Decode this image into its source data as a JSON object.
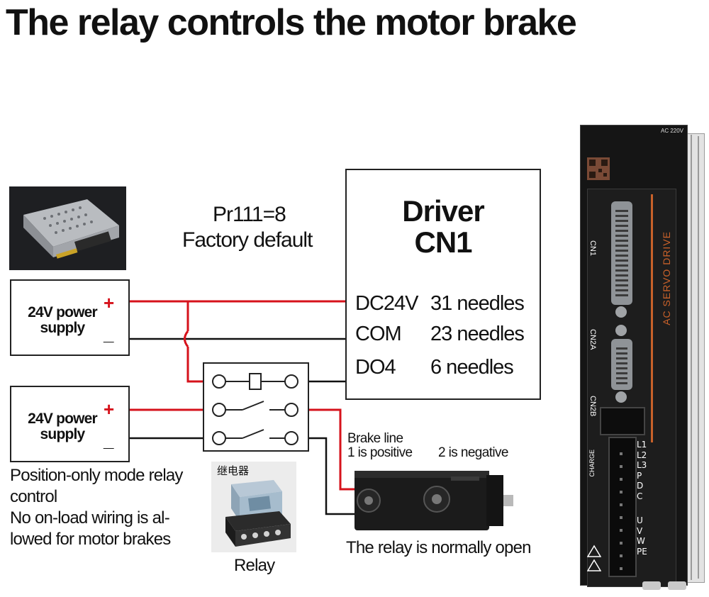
{
  "title": "The relay controls the motor brake",
  "param": {
    "line1": "Pr111=8",
    "line2": "Factory default"
  },
  "driver": {
    "title1": "Driver",
    "title2": "CN1",
    "pins": [
      {
        "signal": "DC24V",
        "pin": "31 needles"
      },
      {
        "signal": "COM",
        "pin": "23 needles"
      },
      {
        "signal": "DO4",
        "pin": "6 needles"
      }
    ]
  },
  "power_supply_1": {
    "label_line1": "24V power",
    "label_line2": "supply",
    "plus": "+",
    "minus": "_"
  },
  "power_supply_2": {
    "label_line1": "24V power",
    "label_line2": "supply",
    "plus": "+",
    "minus": "_"
  },
  "note": {
    "line1": "Position-only mode relay",
    "line2": "control",
    "line3": "No on-load wiring is al-",
    "line4": "lowed for motor brakes"
  },
  "relay_photo": {
    "chinese_label": "继电器",
    "caption": "Relay"
  },
  "brake": {
    "line1": "Brake line",
    "positive": "1 is positive",
    "negative": "2 is negative",
    "caption": "The relay is normally open"
  },
  "servo_drive": {
    "voltage": "AC 220V",
    "brand_text": "AC SERVO DRIVE",
    "cn1": "CN1",
    "cn2a": "CN2A",
    "cn2b": "CN2B",
    "charge": "CHARGE",
    "terminals": [
      "L1",
      "L2",
      "L3",
      "P",
      "D",
      "C",
      "U",
      "V",
      "W",
      "PE"
    ]
  },
  "colors": {
    "wire_red": "#d6121b",
    "wire_black": "#111111",
    "drive_body": "#151515",
    "accent": "#c8612a"
  }
}
